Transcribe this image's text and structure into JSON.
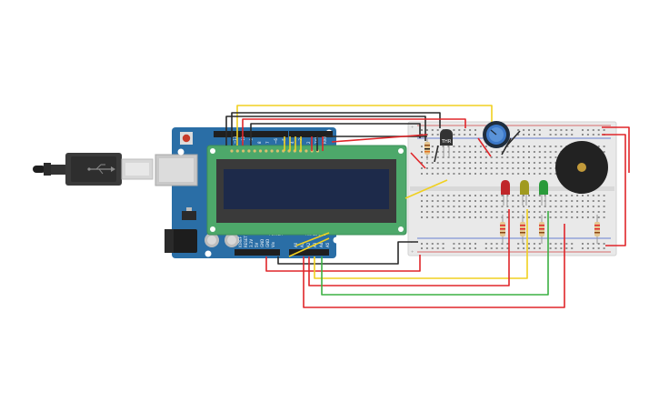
{
  "workspace": {
    "background": "#ffffff"
  },
  "arduino": {
    "board_color": "#2a6ea6",
    "header_labels": [
      "~11",
      "~10",
      "~9",
      "8",
      "7",
      "~6",
      "~5",
      "4",
      "~3",
      "2",
      "TX1",
      "RX0"
    ],
    "power_header_label": "POWER",
    "analog_header_label": "ANALOG IN",
    "power_pins": [
      "IOREF",
      "RESET",
      "3.3V",
      "5V",
      "GND",
      "GND",
      "Vin"
    ],
    "analog_pins": [
      "A0",
      "A1",
      "A2",
      "A3",
      "A4",
      "A5"
    ]
  },
  "usb_cable": {
    "color": "#3a3a3a"
  },
  "lcd": {
    "frame_color": "#4da86a",
    "screen_color": "#1d2a4a"
  },
  "breadboard": {
    "color": "#e9e9e9",
    "rail_plus": "+",
    "rail_minus": "-"
  },
  "thermistor": {
    "label": "THR",
    "color": "#333333"
  },
  "potentiometer": {
    "color": "#3c78c8"
  },
  "buzzer": {
    "color": "#222222"
  },
  "leds": [
    {
      "name": "red",
      "color": "#c0262a"
    },
    {
      "name": "yellow",
      "color": "#a09a20"
    },
    {
      "name": "green",
      "color": "#2a9a3a"
    }
  ],
  "wire_colors": {
    "red": "#e0262a",
    "black": "#2a2a2a",
    "yellow": "#f0d020",
    "green": "#3cb043"
  }
}
